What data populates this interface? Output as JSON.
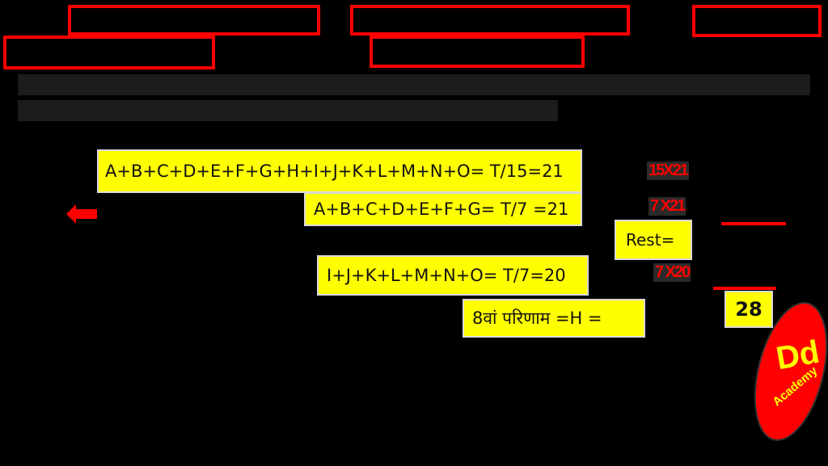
{
  "header": {
    "note": "Top question text is rendered near-black on black and is illegible",
    "highlight_boxes": 5
  },
  "equations": {
    "total_fifteen": "A+B+C+D+E+F+G+H+I+J+K+L+M+N+O= T/15=21",
    "first_seven": "A+B+C+D+E+F+G= T/7 =21",
    "last_seven": "I+J+K+L+M+N+O= T/7=20",
    "eighth_result": "8वां परिणाम =H ="
  },
  "calculation": {
    "line1": "15X21",
    "line2": "7 X21",
    "rest_label": "Rest=",
    "line3": "7 X20",
    "answer": "28"
  },
  "logo": {
    "big": "Dd",
    "small": "Academy"
  },
  "colors": {
    "highlight": "#ffff00",
    "accent": "#ff0000",
    "background": "#000000"
  }
}
